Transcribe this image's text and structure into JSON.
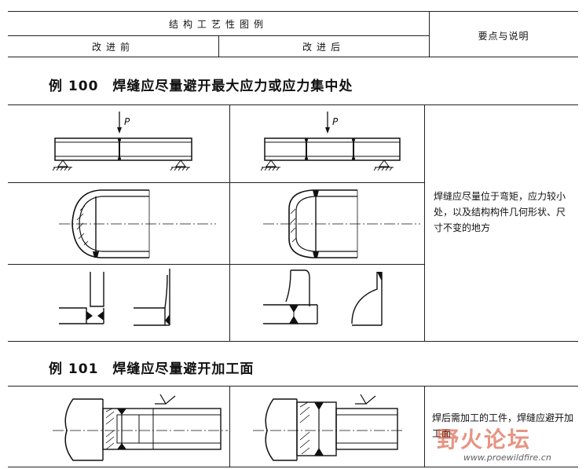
{
  "header": {
    "group_title": "结构工艺性图例",
    "before": "改进前",
    "after": "改进后",
    "notes_heading": "要点与说明"
  },
  "sections": [
    {
      "title": "例 100　焊缝应尽量避开最大应力或应力集中处",
      "notes": "焊缝应尽量位于弯矩，应力较小处，以及结构构件几何形状、尺寸不变的地方",
      "load_label": "P"
    },
    {
      "title": "例 101　焊缝应尽量避开加工面",
      "notes": "焊后需加工的工件，焊缝应避开加工面"
    }
  ],
  "watermark": {
    "logo_text": "野火论坛",
    "url": "www.proewildfire.cn"
  }
}
